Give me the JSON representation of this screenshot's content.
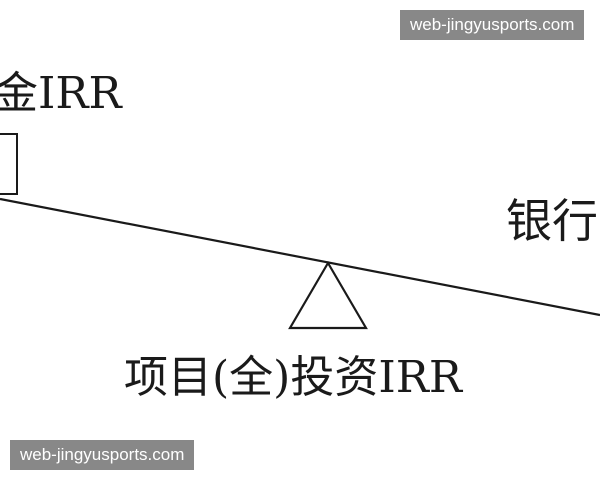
{
  "diagram": {
    "left_label": "金IRR",
    "right_label": "银行",
    "fulcrum_label": "项目(全)投资IRR"
  },
  "watermarks": {
    "top_text": "web-jingyusports.com",
    "bottom_text": "web-jingyusports.com"
  }
}
